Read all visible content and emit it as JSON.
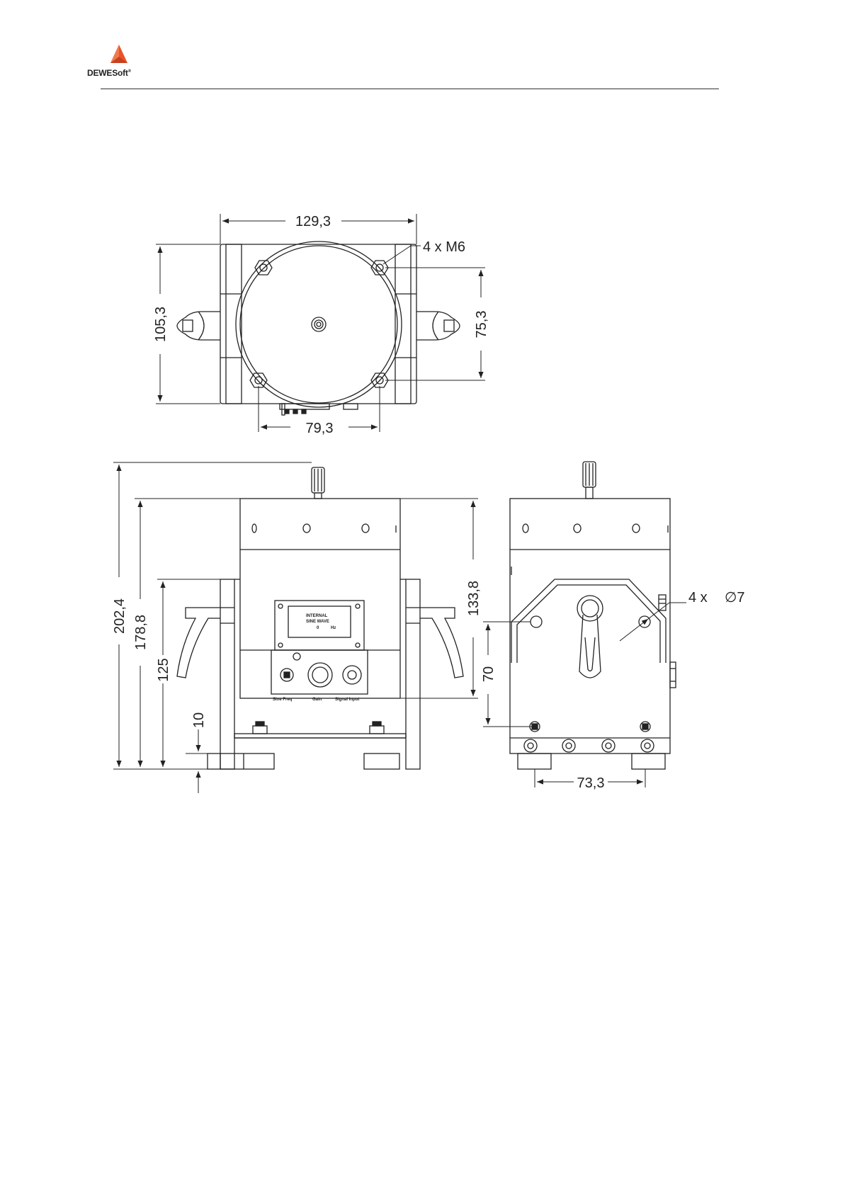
{
  "header": {
    "brand": "DEWESoft",
    "registered_mark": "®"
  },
  "top_view": {
    "width_dim": "129,3",
    "height_dim": "105,3",
    "mount_hole_spacing_v": "75,3",
    "mount_hole_spacing_h": "79,3",
    "mount_thread_label": "4 x M6"
  },
  "front_view": {
    "total_height_dim": "202,4",
    "body_height_dim": "178,8",
    "handle_height_dim": "125",
    "feet_height_dim": "10",
    "head_height_dim": "133,8",
    "panel_title_line1": "INTERNAL",
    "panel_title_line2": "SINE WAVE",
    "panel_readout_value": "0",
    "panel_readout_unit": "Hz",
    "label_sine_freq": "Sine Freq",
    "label_gain": "Gain",
    "label_signal_input": "Signal Input"
  },
  "side_view": {
    "hole_height_dim": "70",
    "foot_spacing_dim": "73,3",
    "hole_label": "4 x",
    "hole_diameter": "∅7"
  }
}
